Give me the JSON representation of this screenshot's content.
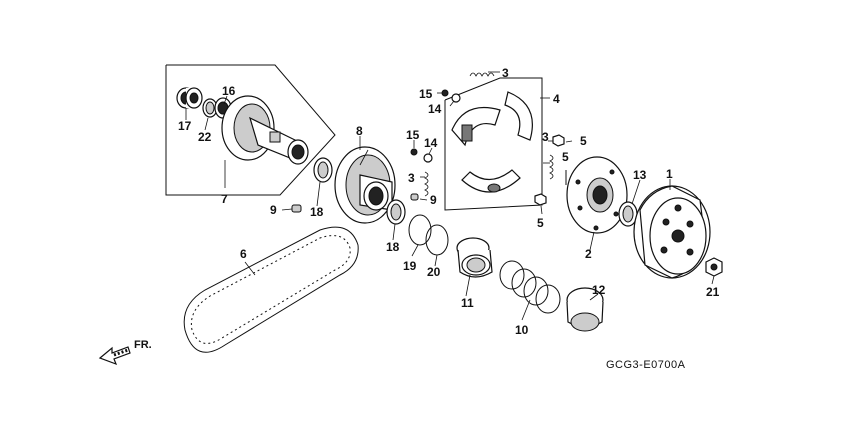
{
  "diagram": {
    "code": "GCG3-E0700A",
    "direction_label": "FR.",
    "callouts": [
      "1",
      "2",
      "3",
      "3",
      "3",
      "4",
      "5",
      "5",
      "5",
      "6",
      "7",
      "8",
      "9",
      "9",
      "10",
      "11",
      "12",
      "13",
      "14",
      "14",
      "15",
      "15",
      "16",
      "17",
      "18",
      "18",
      "19",
      "20",
      "21",
      "22"
    ]
  }
}
